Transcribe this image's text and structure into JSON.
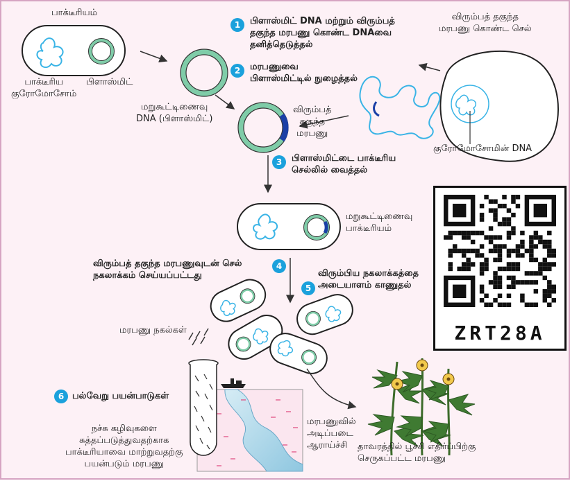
{
  "labels": {
    "bacterium": "பாக்டீரியம்",
    "bacterial_chromosome": "பாக்டீரிய\nகுரோமோசோம்",
    "plasmid": "பிளாஸ்மிட்",
    "recombinant_dna": "மறுகூட்டிணைவு\nDNA (பிளாஸ்மிட்)",
    "cell_with_gene": "விரும்பத் தகுந்த\nமரபணு கொண்ட செல்",
    "desired_gene": "விரும்பத்\nதகுந்த\nமரபணு",
    "chromosome_dna": "குரோமோசோமின் DNA",
    "recombinant_bacterium": "மறுகூட்டிணைவு\nபாக்டீரியம்",
    "cell_cloned": "விரும்பத் தகுந்த மரபணுவுடன் செல்\nநகலாக்கம் செய்யப்பட்டது",
    "gene_copies": "மரபணு நகல்கள்",
    "gene_research": "மரபணுவில்\nஅடிப்படை\nஆராய்ச்சி",
    "plant_gene": "தாவரத்தில் பூச்சி எதிர்ப்பிற்கு\nசெருகப்பட்ட மரபணு",
    "waste_gene": "நச்சு கழிவுகளை\nசுத்தப்படுத்துவதற்காக\nபாக்டீரியாவை மாற்றுவதற்கு\nபயன்படும் மரபணு"
  },
  "steps": [
    {
      "number": "1",
      "text": "பிளாஸ்மிட் DNA மற்றும் விரும்பத்\nதகுந்த மரபணு கொண்ட DNAவை\nதனித்தெடுத்தல்"
    },
    {
      "number": "2",
      "text": "மரபணுவை\nபிளாஸ்மிட்டில் நுழைத்தல்"
    },
    {
      "number": "3",
      "text": "பிளாஸ்மிட்டை பாக்டீரிய\nசெல்லில் வைத்தல்"
    },
    {
      "number": "4",
      "text": ""
    },
    {
      "number": "5",
      "text": "விரும்பிய நகலாக்கத்தை\nஅடையாளம் காணுதல்"
    },
    {
      "number": "6",
      "text": "பல்வேறு பயன்பாடுகள்"
    }
  ],
  "qr": {
    "code": "ZRT28A"
  },
  "colors": {
    "accent": "#1ba1dc",
    "plasmid": "#7fcca8",
    "gene": "#1a3fa6",
    "dna": "#3ab4e6",
    "background": "#fdf1f6",
    "border": "#d6a4c2"
  }
}
